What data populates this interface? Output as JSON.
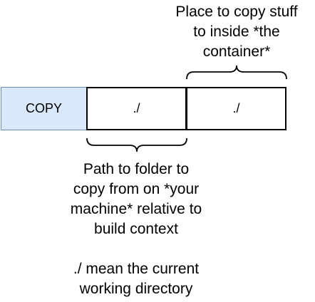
{
  "diagram": {
    "cells": {
      "copy": "COPY",
      "source": "./",
      "destination": "./"
    },
    "annotations": {
      "destination": "Place to copy stuff\nto inside *the\ncontainer*",
      "source": "Path to folder to\ncopy from on *your\nmachine* relative to\nbuild context\n\n./ mean the current\nworking directory"
    }
  },
  "colors": {
    "copy_fill": "#dae8fc",
    "copy_border": "#6c8ebf",
    "cell_border": "#000000"
  }
}
